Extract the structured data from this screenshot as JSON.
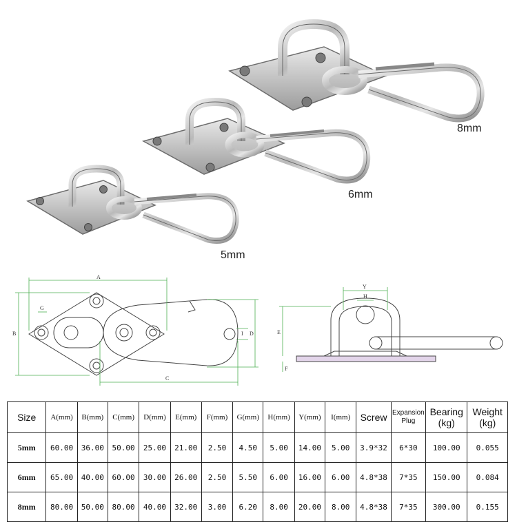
{
  "photo": {
    "size_labels": [
      "8mm",
      "6mm",
      "5mm"
    ]
  },
  "drawing": {
    "front_labels": [
      "A",
      "B",
      "C",
      "D",
      "G",
      "I"
    ],
    "side_labels": [
      "Y",
      "H",
      "E",
      "F"
    ]
  },
  "table": {
    "headers": {
      "size": "Size",
      "a": "A(mm)",
      "b": "B(mm)",
      "c": "C(mm)",
      "d": "D(mm)",
      "e": "E(mm)",
      "f": "F(mm)",
      "g": "G(mm)",
      "h": "H(mm)",
      "y": "Y(mm)",
      "i": "I(mm)",
      "screw": "Screw",
      "plug_1": "Expansion",
      "plug_2": "Plug",
      "bearing_1": "Bearing",
      "bearing_2": "(kg)",
      "weight_1": "Weight",
      "weight_2": "(kg)"
    },
    "rows": [
      {
        "size": "5mm",
        "a": "60.00",
        "b": "36.00",
        "c": "50.00",
        "d": "25.00",
        "e": "21.00",
        "f": "2.50",
        "g": "4.50",
        "h": "5.00",
        "y": "14.00",
        "i": "5.00",
        "screw": "3.9*32",
        "plug": "6*30",
        "bearing": "100.00",
        "weight": "0.055"
      },
      {
        "size": "6mm",
        "a": "65.00",
        "b": "40.00",
        "c": "60.00",
        "d": "30.00",
        "e": "26.00",
        "f": "2.50",
        "g": "5.50",
        "h": "6.00",
        "y": "16.00",
        "i": "6.00",
        "screw": "4.8*38",
        "plug": "7*35",
        "bearing": "150.00",
        "weight": "0.084"
      },
      {
        "size": "8mm",
        "a": "80.00",
        "b": "50.00",
        "c": "80.00",
        "d": "40.00",
        "e": "32.00",
        "f": "3.00",
        "g": "6.20",
        "h": "8.00",
        "y": "20.00",
        "i": "8.00",
        "screw": "4.8*38",
        "plug": "7*35",
        "bearing": "300.00",
        "weight": "0.155"
      }
    ]
  }
}
